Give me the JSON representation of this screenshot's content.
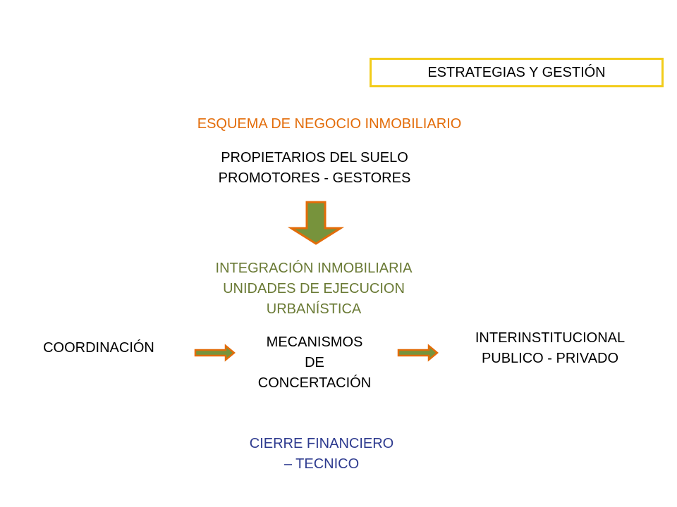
{
  "header_box": {
    "text": "ESTRATEGIAS Y GESTIÓN"
  },
  "scheme_title": {
    "text": "ESQUEMA DE NEGOCIO INMOBILIARIO"
  },
  "owners_block": {
    "lines": [
      "PROPIETARIOS DEL SUELO",
      "PROMOTORES - GESTORES"
    ]
  },
  "integration_block": {
    "lines": [
      "INTEGRACIÓN INMOBILIARIA",
      "UNIDADES DE EJECUCION",
      "URBANÍSTICA"
    ]
  },
  "coordination": {
    "text": "COORDINACIÓN"
  },
  "mechanisms_block": {
    "lines": [
      "MECANISMOS",
      "DE",
      "CONCERTACIÓN"
    ]
  },
  "interinstitutional_block": {
    "lines": [
      "INTERINSTITUCIONAL",
      "PUBLICO - PRIVADO"
    ]
  },
  "closing_block": {
    "lines": [
      "CIERRE FINANCIERO",
      "– TECNICO"
    ]
  },
  "colors": {
    "orange_text": "#e36c09",
    "green_text": "#6a7a35",
    "blue_text": "#2e3b8f",
    "box_border": "#f2cc1a",
    "arrow_fill": "#77933c",
    "arrow_outline": "#e36c09"
  }
}
